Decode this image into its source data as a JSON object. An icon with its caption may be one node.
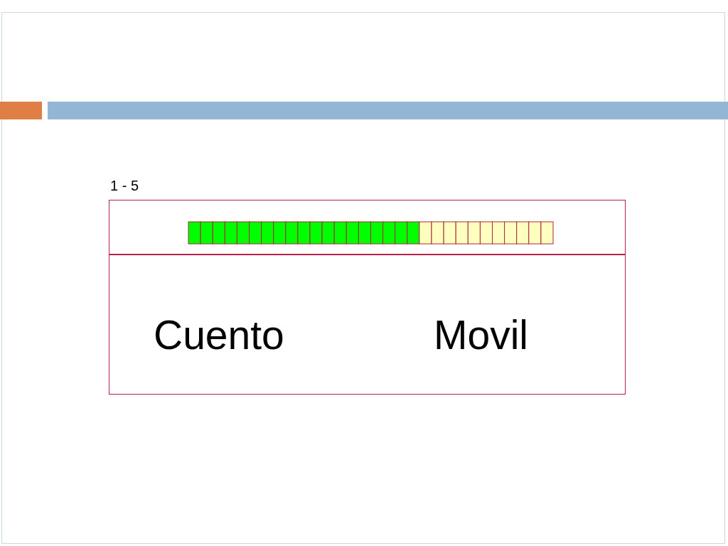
{
  "diagram": {
    "labels": [
      "1 - 5",
      "Cuento",
      "Movil"
    ]
  }
}
